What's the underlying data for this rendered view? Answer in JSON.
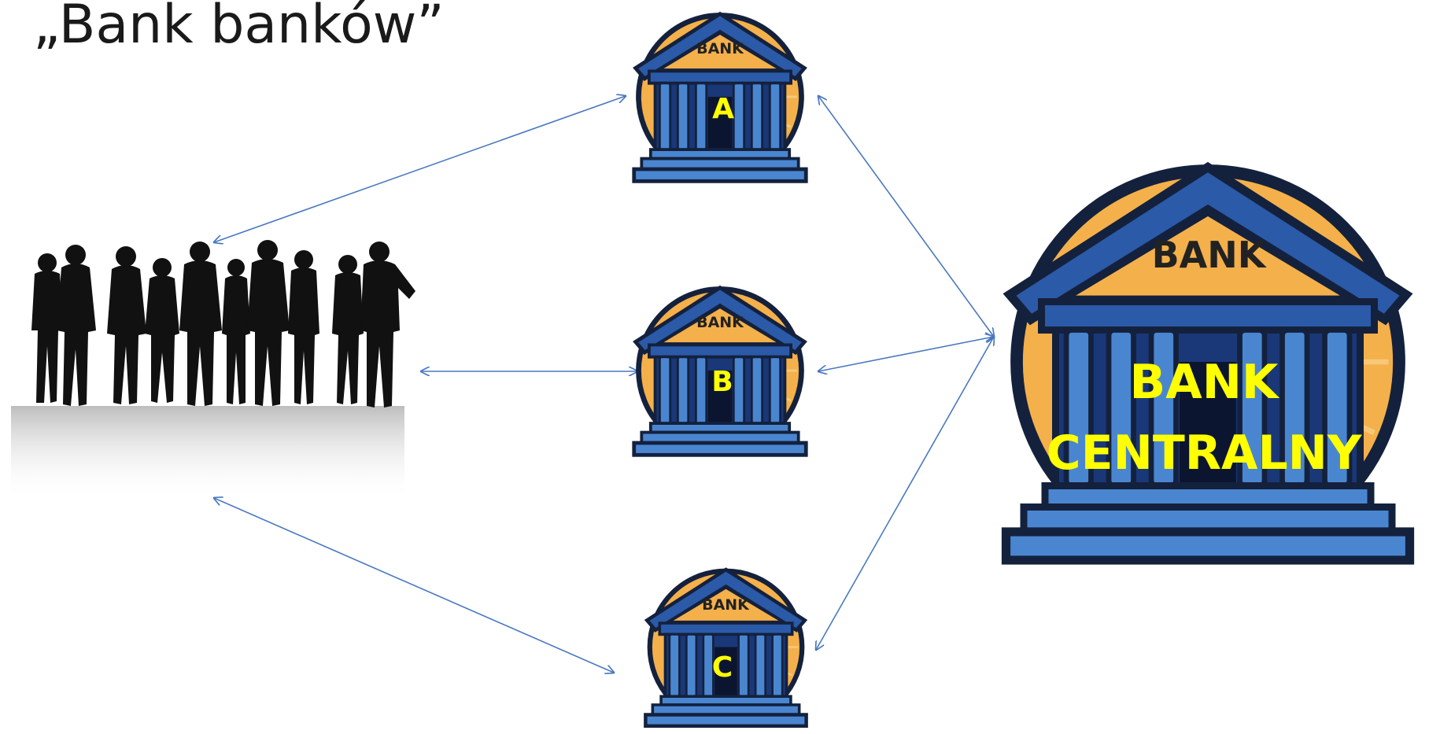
{
  "slide": {
    "title": "„Bank banków”"
  },
  "people": {
    "label": ""
  },
  "banks": [
    {
      "id": "A",
      "sign": "BANK",
      "letter": "A"
    },
    {
      "id": "B",
      "sign": "BANK",
      "letter": "B"
    },
    {
      "id": "C",
      "sign": "BANK",
      "letter": "C"
    }
  ],
  "central_bank": {
    "sign": "BANK",
    "line1": "BANK",
    "line2": "CENTRALNY"
  },
  "colors": {
    "roof_blue": "#2b5aa8",
    "column_blue": "#4a86d0",
    "dark_outline": "#14213d",
    "gold": "#f4b04a",
    "sign_text": "#222222",
    "label_yellow": "#ffff00",
    "arrow": "#4a78c0"
  },
  "icons": [
    "bank-building-icon",
    "people-silhouette-icon",
    "double-arrow-icon"
  ]
}
